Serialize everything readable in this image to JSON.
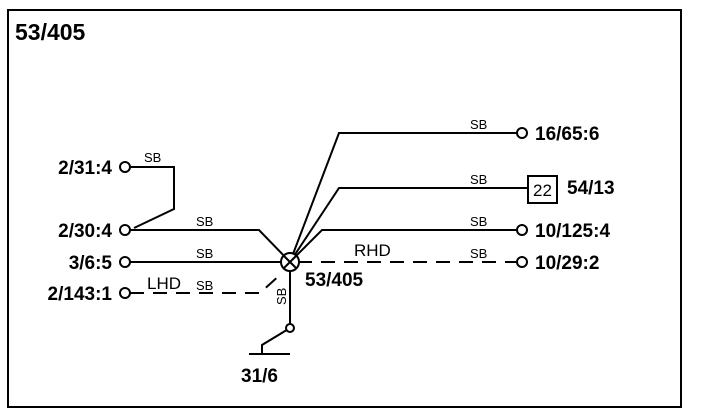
{
  "title": "53/405",
  "center_label": "53/405",
  "ground_label": "31/6",
  "wire_color_label": "SB",
  "left_terminals": {
    "t1": "2/31:4",
    "t2": "2/30:4",
    "t3": "3/6:5",
    "t4": "2/143:1"
  },
  "right_terminals": {
    "t1": "16/65:6",
    "t2": "54/13",
    "t3": "10/125:4",
    "t4": "10/29:2"
  },
  "connector_box": "22",
  "rhd_label": "RHD",
  "lhd_label": "LHD"
}
